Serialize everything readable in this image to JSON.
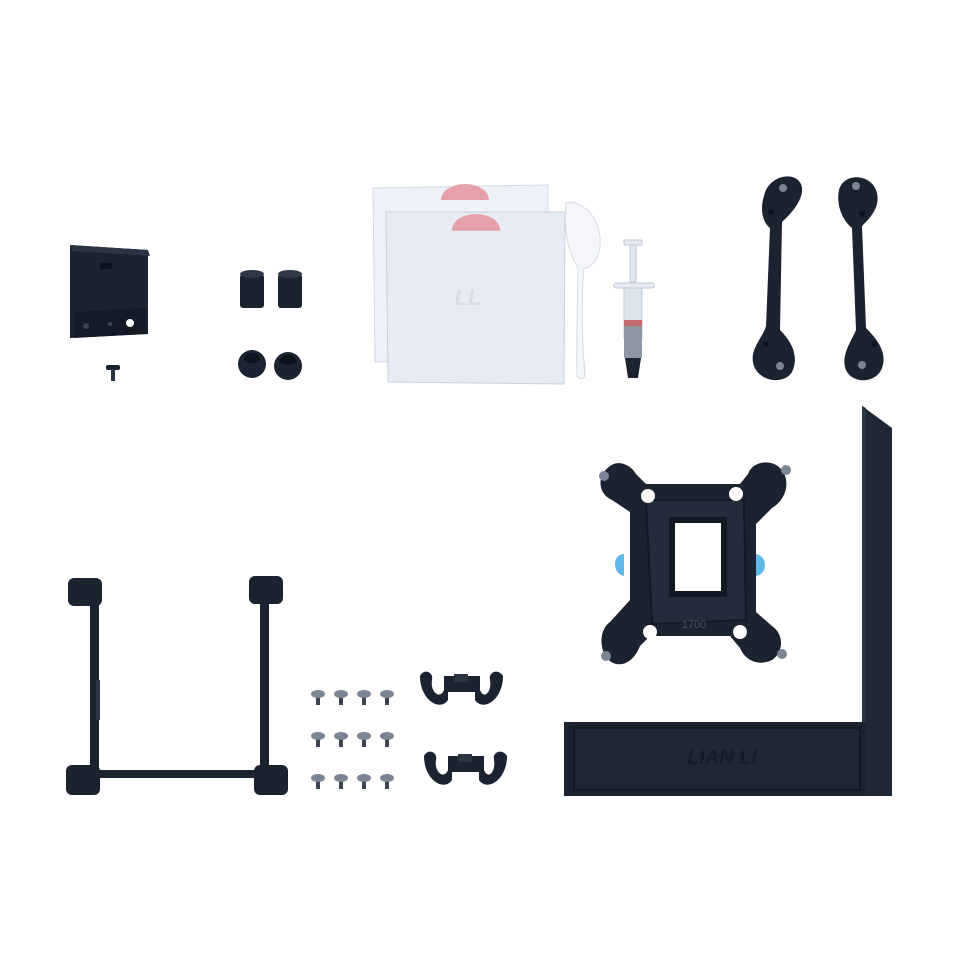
{
  "scene": {
    "description_free": true,
    "colors": {
      "background": "#ffffff",
      "plastic": "#1b2330",
      "plastic_edge": "#0d131c",
      "plastic_face": "#262f3d",
      "screw": "#7c8593",
      "screw_dark": "#3d4552",
      "film": "#e8edf6",
      "film_edge": "#c9d1de",
      "seal_red": "#e5a0a8",
      "blue_tab": "#5fb8e8",
      "paste_tube": "#dfe6ef",
      "paste_gray": "#8d96a3"
    }
  },
  "engravings": {
    "brand_panel": "LIAN LI",
    "backplate_socket": "1700"
  },
  "counts": {
    "screws_rows": 3,
    "screws_per_row": 4,
    "tube_clips": 2,
    "standoffs": 2,
    "nuts": 2
  }
}
